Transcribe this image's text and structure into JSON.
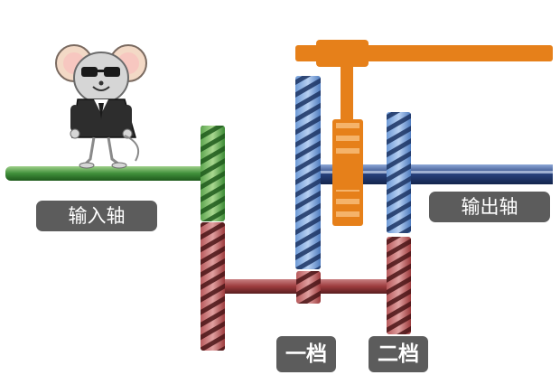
{
  "labels": {
    "input_shaft": "输入轴",
    "output_shaft": "输出轴",
    "first_gear": "一档",
    "second_gear": "二档"
  },
  "colors": {
    "input_shaft": "#3f8f3a",
    "output_shaft": "#27407a",
    "shift_fork": "#e6801a",
    "countershaft": "#9c3b3d",
    "output_gears": "#6e9ad6",
    "label_bg": "#5c5c5c"
  },
  "icons": {
    "mascot": "mouse-with-sunglasses-icon"
  }
}
